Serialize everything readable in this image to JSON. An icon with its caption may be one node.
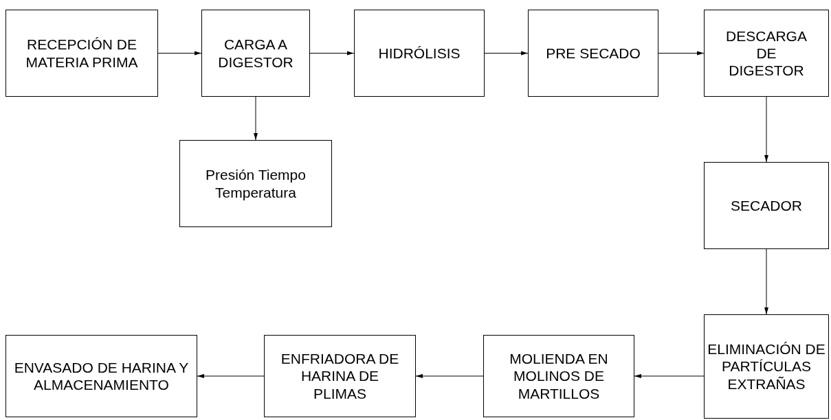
{
  "diagram": {
    "nodes": [
      {
        "text": [
          "RECEPCIÓN DE MATERIA PRIMA"
        ]
      },
      {
        "text": [
          "CARGA A DIGESTOR"
        ]
      },
      {
        "text": [
          "HIDRÓLISIS"
        ]
      },
      {
        "text": [
          "PRE SECADO"
        ]
      },
      {
        "text": [
          "DESCARGA DE DIGESTOR"
        ]
      },
      {
        "text": [
          "Presión Tiempo Temperatura"
        ]
      },
      {
        "text": [
          "SECADOR"
        ]
      },
      {
        "text": [
          "ELIMINACIÓN DE PARTÍCULAS EXTRAÑAS"
        ]
      },
      {
        "text": [
          "MOLIENDA EN MOLINOS DE MARTILLOS"
        ]
      },
      {
        "text": [
          "ENFRIADORA DE HARINA DE PLIMAS"
        ]
      },
      {
        "text": [
          "ENVASADO DE HARINA Y ALMACENAMIENTO"
        ]
      }
    ],
    "edges": [
      {
        "from": 0,
        "to": 1,
        "arrow": "to"
      },
      {
        "from": 1,
        "to": 2,
        "arrow": "to"
      },
      {
        "from": 2,
        "to": 3,
        "arrow": "to"
      },
      {
        "from": 3,
        "to": 4,
        "arrow": "to"
      },
      {
        "from": 1,
        "to": 5,
        "arrow": "to"
      },
      {
        "from": 4,
        "to": 6,
        "arrow": "to"
      },
      {
        "from": 6,
        "to": 7,
        "arrow": "to"
      },
      {
        "from": 7,
        "to": 8,
        "arrow": "to"
      },
      {
        "from": 8,
        "to": 9,
        "arrow": "to"
      },
      {
        "from": 9,
        "to": 10,
        "arrow": "to"
      }
    ]
  }
}
